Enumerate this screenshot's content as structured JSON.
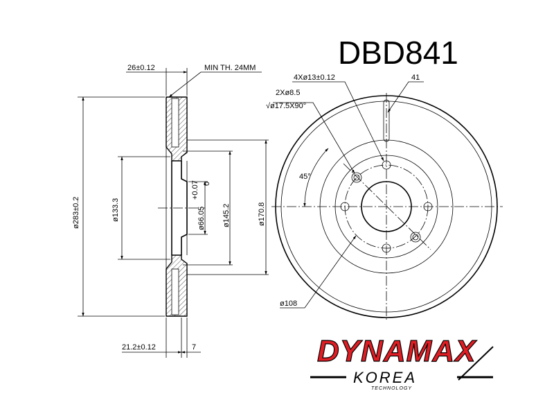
{
  "part_number": "DBD841",
  "side_view": {
    "thickness_label": "26±0.12",
    "min_thickness_label": "MIN TH. 24MM",
    "outer_diameter_label": "ø283±0.2",
    "d1333_label": "ø133.3",
    "center_bore_label": "ø66.05",
    "center_bore_tolerance_upper": "+0.07",
    "center_bore_tolerance_lower": "0",
    "d1452_label": "ø145.2",
    "d1708_label": "ø170.8",
    "offset_label": "21.2±0.12",
    "flange_label": "7"
  },
  "front_view": {
    "bolt_holes_label": "4Xø13±0.12",
    "small_holes_label": "2Xø8.5",
    "countersink_label": "√ø17.5X90°",
    "slot_label": "41",
    "angle_label": "45°",
    "pcd_label": "ø108"
  },
  "logo": {
    "brand": "DYNAMAX",
    "sub": "KOREA",
    "tagline": "TECHNOLOGY",
    "brand_color": "#e11d24"
  }
}
